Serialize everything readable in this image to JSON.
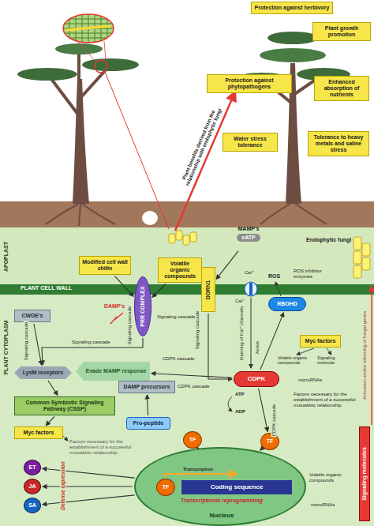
{
  "diagram": {
    "nodes": [
      {
        "text": [
          "Protection against herbivory"
        ]
      },
      {
        "text": [
          "Plant growth promotion"
        ]
      },
      {
        "text": [
          "Protection against phytopathogens"
        ]
      },
      {
        "text": [
          "Enhanced absorption of nutrients"
        ]
      },
      {
        "text": [
          "Water stress tolerance"
        ]
      },
      {
        "text": [
          "Tolerance to heavy metals and saline stress"
        ]
      },
      {
        "text": [
          "CWDE's"
        ]
      },
      {
        "text": [
          "Modified cell wall chitin"
        ]
      },
      {
        "text": [
          "Volatile organic compounds"
        ]
      },
      {
        "text": [
          "MAMP's",
          "eATP"
        ]
      },
      {
        "text": [
          "PRR COMPLEX"
        ]
      },
      {
        "text": [
          "DORN1"
        ]
      },
      {
        "text": [
          "RBOHD"
        ]
      },
      {
        "text": [
          "Myc factors"
        ]
      },
      {
        "text": [
          "LysM receptors"
        ]
      },
      {
        "text": [
          "Evade MAMP response"
        ]
      },
      {
        "text": [
          "CDPK"
        ]
      },
      {
        "text": [
          "DAMP precursors"
        ]
      },
      {
        "text": [
          "Common Symbiotic Signaling Pathway (CSSP)"
        ]
      },
      {
        "text": [
          "Myc factors"
        ]
      },
      {
        "text": [
          "Pro-peptide"
        ]
      },
      {
        "text": [
          "Transcriptional reprogramming",
          "Nucleus"
        ]
      },
      {
        "text": [
          "Coding sequence"
        ],
        "in": 21
      },
      {
        "text": [
          "TF"
        ],
        "in": 21
      },
      {
        "text": [
          "TF"
        ]
      },
      {
        "text": [
          "TF"
        ]
      },
      {
        "text": [
          "ET"
        ]
      },
      {
        "text": [
          "JA"
        ]
      },
      {
        "text": [
          "SA"
        ]
      },
      {
        "text": [
          "Signaling molecules"
        ]
      }
    ],
    "edges": [
      {
        "from": 9,
        "to": 11,
        "arrow": "to"
      },
      {
        "from": 11,
        "to": 16,
        "arrow": "to"
      },
      {
        "from": 16,
        "to": 12,
        "arrow": "to"
      },
      {
        "from": 16,
        "to": 15,
        "arrow": "to"
      },
      {
        "from": 10,
        "to": 14,
        "arrow": "to"
      },
      {
        "from": 6,
        "to": 14,
        "arrow": "to"
      },
      {
        "from": 14,
        "to": 18,
        "arrow": "to"
      },
      {
        "from": 18,
        "to": 19,
        "arrow": "to"
      },
      {
        "from": 20,
        "to": 17,
        "arrow": "to"
      },
      {
        "from": 7,
        "to": 10,
        "arrow": "to"
      },
      {
        "from": 8,
        "to": 10,
        "arrow": "to"
      },
      {
        "from": 16,
        "to": 25,
        "arrow": "to"
      },
      {
        "from": 24,
        "to": 21,
        "arrow": "to"
      },
      {
        "from": 25,
        "to": 21,
        "arrow": "to"
      },
      {
        "from": 21,
        "to": 26,
        "arrow": "to"
      },
      {
        "from": 21,
        "to": 27,
        "arrow": "to"
      },
      {
        "from": 21,
        "to": 28,
        "arrow": "to"
      }
    ],
    "labels": [
      "Plant benefits derived from the relationship with endophytic fungi",
      "APOPLAST",
      "PLANT CELL WALL",
      "PLANT CYTOPLASM",
      "Endophytic fungi",
      "ROS",
      "ROS inhibitor enzymes",
      "DAMP's",
      "Ca²⁺",
      "Ca²⁺",
      "Opening of Ca²⁺ channels",
      "Active",
      "Signaling cascade",
      "Signaling cascade",
      "Signaling cascade",
      "Signaling cascade",
      "Signaling cascade",
      "CDPK cascade",
      "CDPK cascade",
      "CDPK cascade",
      "ATP",
      "ADP",
      "Volatile organic compounds",
      "Signaling molecule",
      "microRNAs",
      "Factors necessary for the establishment of a successful mutualistic relationship",
      "Factors necessary for the establishment of a successful mutualistic relationship",
      "Transcription",
      "Defense expression",
      "Volatile organic compounds",
      "microRNAs",
      "Activation and/or silencing of fungal genes"
    ]
  }
}
